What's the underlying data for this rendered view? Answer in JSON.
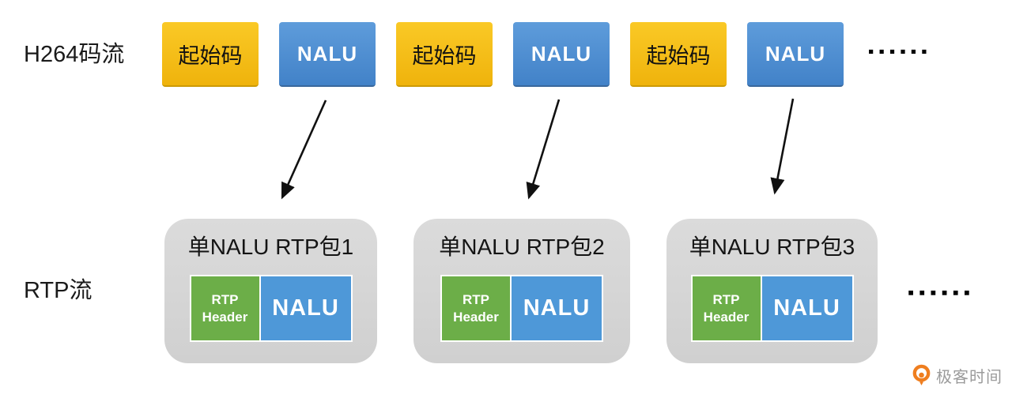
{
  "labels": {
    "h264_row": "H264码流",
    "rtp_row": "RTP流"
  },
  "h264_stream": {
    "boxes": [
      {
        "kind": "start_code",
        "label": "起始码"
      },
      {
        "kind": "nalu",
        "label": "NALU"
      },
      {
        "kind": "start_code",
        "label": "起始码"
      },
      {
        "kind": "nalu",
        "label": "NALU"
      },
      {
        "kind": "start_code",
        "label": "起始码"
      },
      {
        "kind": "nalu",
        "label": "NALU"
      }
    ],
    "ellipsis": "▪▪▪▪▪▪"
  },
  "rtp_stream": {
    "packets": [
      {
        "title": "单NALU RTP包1",
        "header": "RTP Header",
        "payload": "NALU"
      },
      {
        "title": "单NALU RTP包2",
        "header": "RTP Header",
        "payload": "NALU"
      },
      {
        "title": "单NALU RTP包3",
        "header": "RTP Header",
        "payload": "NALU"
      }
    ],
    "ellipsis": "▪▪▪▪▪▪"
  },
  "watermark": {
    "brand": "极客时间"
  },
  "colors": {
    "start_code_yellow": "#f3bb15",
    "nalu_blue": "#4b8ed2",
    "rtp_header_green": "#6cae48",
    "payload_blue": "#4e98d8",
    "packet_gray": "#d5d5d5",
    "brand_orange": "#ef7e1f",
    "arrow_black": "#111111"
  }
}
